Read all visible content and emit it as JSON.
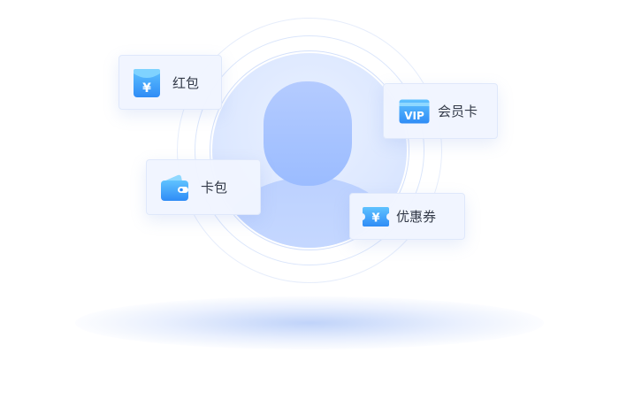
{
  "colors": {
    "accent": "#2f8cf6",
    "accent_light": "#5fc2ff",
    "card_bg": "#f0f5ff",
    "text": "#333a48"
  },
  "avatar": {
    "icon": "user-avatar-icon"
  },
  "cards": [
    {
      "label": "红包",
      "icon": "red-envelope-icon"
    },
    {
      "label": "会员卡",
      "icon": "vip-card-icon"
    },
    {
      "label": "卡包",
      "icon": "wallet-icon"
    },
    {
      "label": "优惠券",
      "icon": "coupon-icon"
    }
  ],
  "icons": {
    "yuan_symbol": "¥",
    "vip_text": "VIP"
  }
}
